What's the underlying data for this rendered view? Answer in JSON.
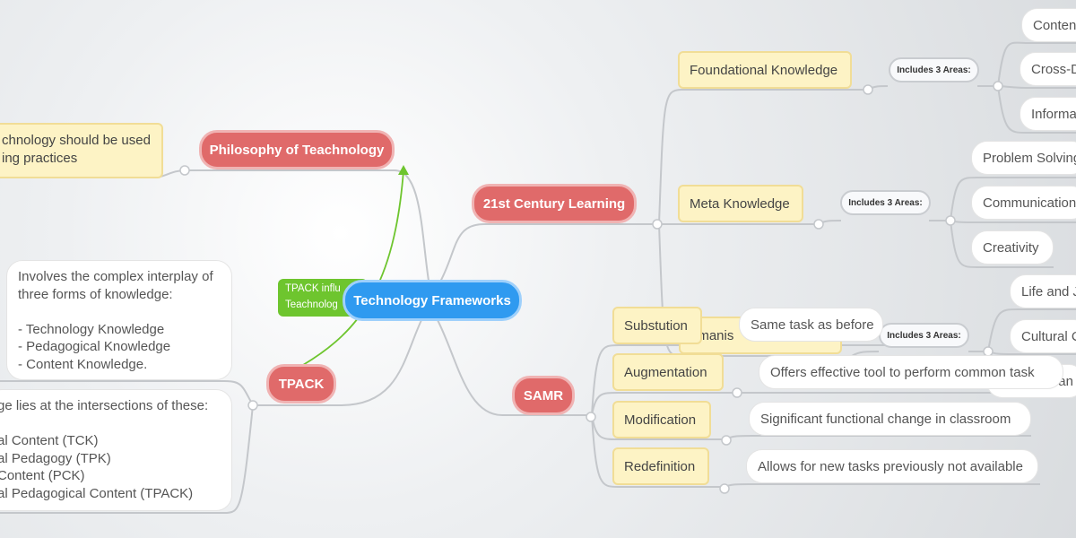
{
  "central": "Technology Frameworks",
  "philosophy": {
    "title": "Philosophy of Teachnology",
    "note": "chnology should be used\ning practices"
  },
  "tpack": {
    "title": "TPACK",
    "relation_label": "TPACK influ\nTeachnolog",
    "note1": "Involves the complex interplay of\nthree forms of knowledge:\n\n- Technology Knowledge\n- Pedagogical Knowledge\n- Content Knowledge.",
    "note2": "ge lies at the intersections of these:\n\nal Content (TCK)\nal Pedagogy (TPK)\n Content (PCK)\nal Pedagogical Content (TPACK)"
  },
  "learning21": {
    "title": "21st Century Learning",
    "foundational": {
      "label": "Foundational Knowledge",
      "areas_label": "Includes 3 Areas:",
      "items": [
        "Conten",
        "Cross-D",
        "Informa"
      ]
    },
    "meta": {
      "label": "Meta Knowledge",
      "areas_label": "Includes 3 Areas:",
      "items": [
        "Problem Solving",
        "Communication",
        "Creativity"
      ]
    },
    "humanistic": {
      "label": "umanis",
      "areas_label": "Includes 3 Areas:",
      "items": [
        "Life and J",
        "Cultural C",
        "n an"
      ]
    }
  },
  "samr": {
    "title": "SAMR",
    "stages": [
      {
        "label": "Substution",
        "desc": "Same task as before"
      },
      {
        "label": "Augmentation",
        "desc": "Offers effective tool to perform common task"
      },
      {
        "label": "Modification",
        "desc": "Significant functional change in classroom"
      },
      {
        "label": "Redefinition",
        "desc": "Allows for new tasks previously not available"
      }
    ]
  },
  "colors": {
    "central": "#2f9af0",
    "main_topic": "#e06a6a",
    "subtopic": "#fdf3c5",
    "relation": "#6ec52e",
    "connector": "#c4c7cb"
  }
}
